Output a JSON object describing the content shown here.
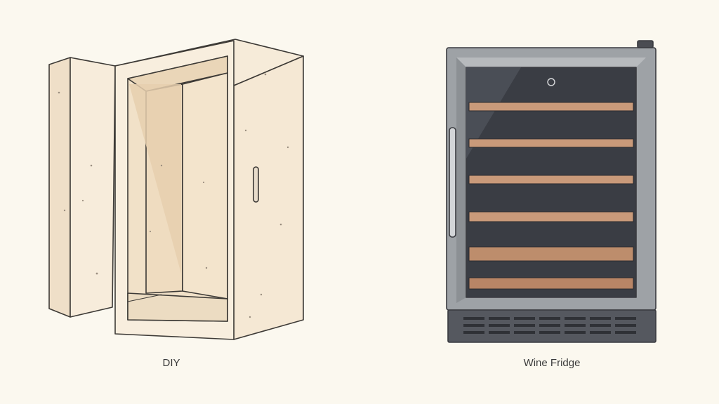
{
  "captions": {
    "left": "DIY",
    "right": "Wine Fridge"
  },
  "illustrations": {
    "left": {
      "icon": "diy-cabinet-illustration",
      "panel_color": "#f6ebd9",
      "outline_color": "#3d3a36"
    },
    "right": {
      "icon": "wine-fridge-illustration",
      "frame_color": "#9ea2a6",
      "glass_color": "#3a3d44",
      "shelf_color": "#c99a7a",
      "shelf_count": 6
    }
  }
}
